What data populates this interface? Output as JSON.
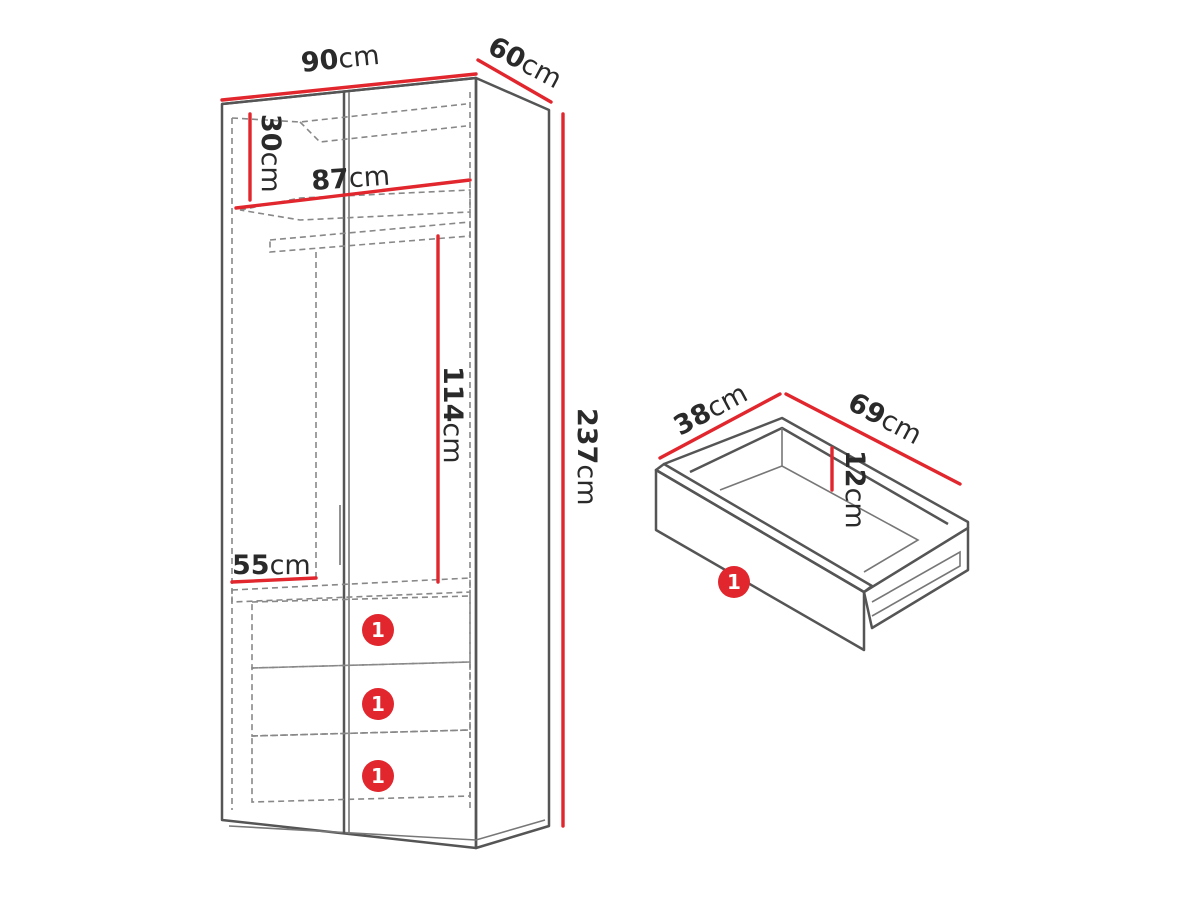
{
  "wardrobe": {
    "width": {
      "value": "90",
      "unit": "cm"
    },
    "depth": {
      "value": "60",
      "unit": "cm"
    },
    "height": {
      "value": "237",
      "unit": "cm"
    },
    "top_compartment_height": {
      "value": "30",
      "unit": "cm"
    },
    "shelf_width": {
      "value": "87",
      "unit": "cm"
    },
    "hanging_height": {
      "value": "114",
      "unit": "cm"
    },
    "lower_depth": {
      "value": "55",
      "unit": "cm"
    },
    "drawer_markers": [
      "1",
      "1",
      "1"
    ]
  },
  "drawer": {
    "width": {
      "value": "38",
      "unit": "cm"
    },
    "length": {
      "value": "69",
      "unit": "cm"
    },
    "height": {
      "value": "12",
      "unit": "cm"
    },
    "marker": "1"
  },
  "colors": {
    "dimension_line": "#e1262d",
    "outline": "#555555"
  }
}
